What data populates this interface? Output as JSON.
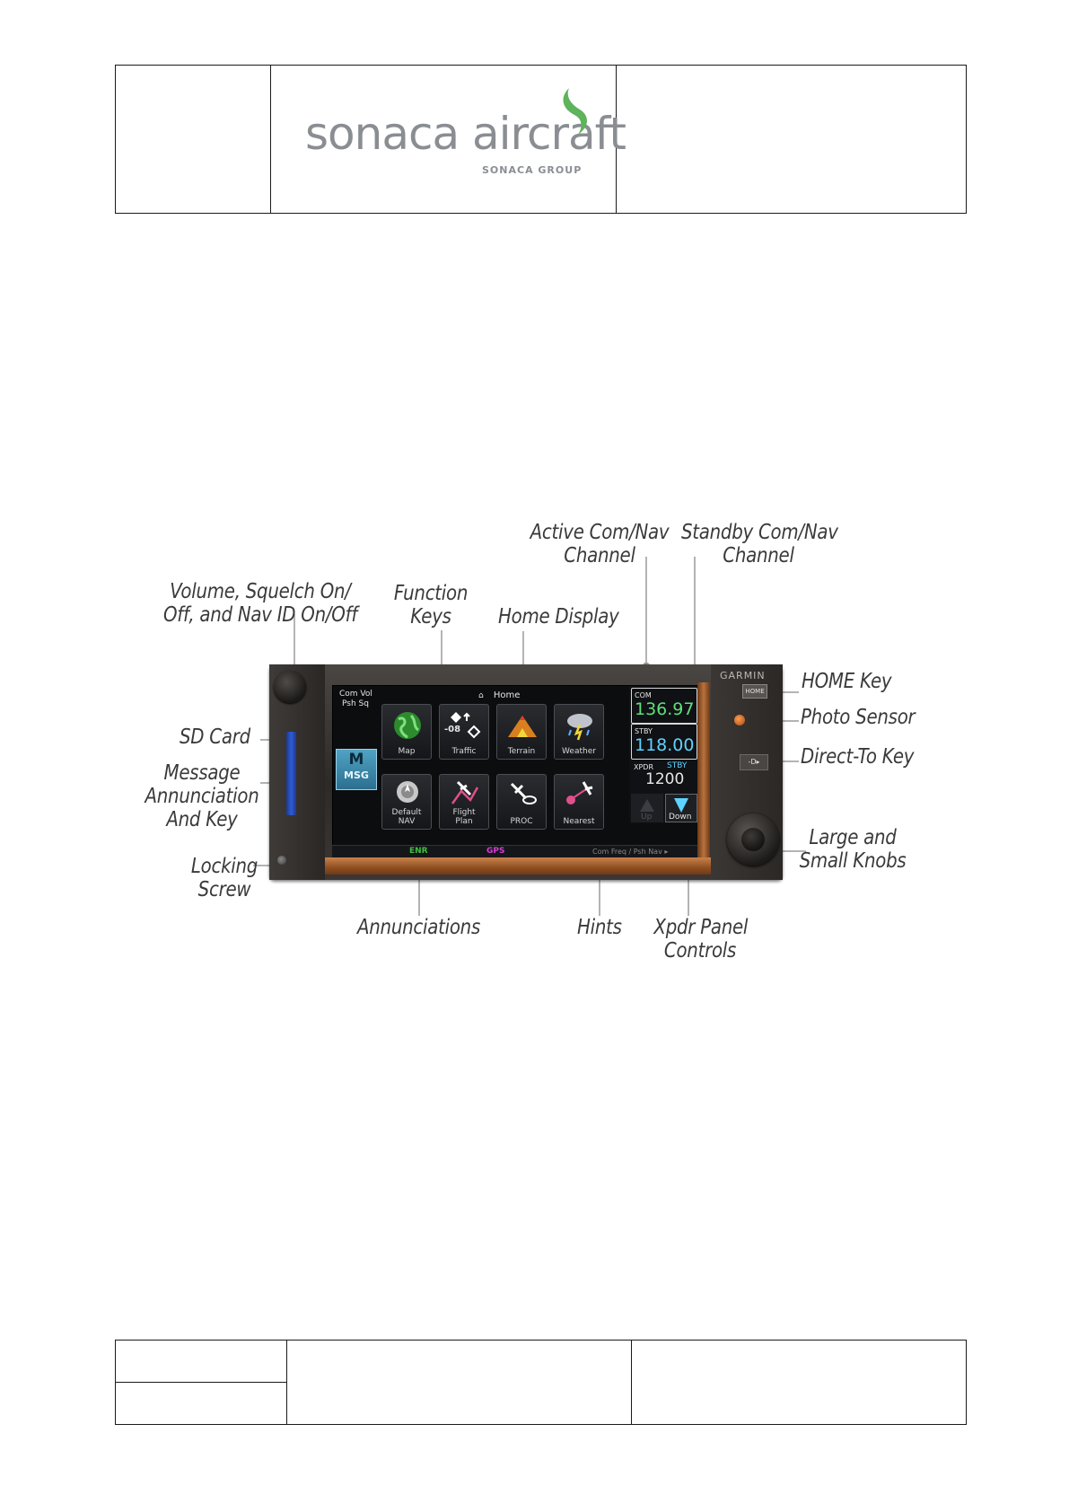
{
  "header": {
    "logo": {
      "name": "sonaca aircraft",
      "group": "SONACA GROUP",
      "accent": "#5fb35a"
    }
  },
  "figure": {
    "callouts": {
      "active_channel": [
        "Active Com/Nav",
        "Channel"
      ],
      "standby_channel": [
        "Standby Com/Nav",
        "Channel"
      ],
      "volume": [
        "Volume, Squelch On/",
        "Off, and Nav ID On/Off"
      ],
      "function_keys": [
        "Function",
        "Keys"
      ],
      "home_display": "Home Display",
      "home_key": "HOME Key",
      "photo_sensor": "Photo Sensor",
      "direct_to": "Direct-To Key",
      "sd_card": "SD Card",
      "message": [
        "Message",
        "Annunciation",
        "And Key"
      ],
      "knobs": [
        "Large and",
        "Small Knobs"
      ],
      "locking": [
        "Locking",
        "Screw"
      ],
      "annunciations": "Annunciations",
      "hints": "Hints",
      "xpdr": [
        "Xpdr Panel",
        "Controls"
      ]
    },
    "device": {
      "brand": "GARMIN",
      "home_key": "HOME",
      "direct_to": "-D▸",
      "vol_hint": [
        "Com Vol",
        "Psh Sq"
      ],
      "home_title": "Home",
      "msg_key": [
        "M",
        "MSG"
      ],
      "function_keys": [
        {
          "label": [
            "Map"
          ],
          "icon": "globe-icon"
        },
        {
          "label": [
            "Traffic"
          ],
          "icon": "traffic-icon",
          "value": "-08"
        },
        {
          "label": [
            "Terrain"
          ],
          "icon": "terrain-icon"
        },
        {
          "label": [
            "Weather"
          ],
          "icon": "weather-icon"
        },
        {
          "label": [
            "Default",
            "NAV"
          ],
          "icon": "default-nav-icon"
        },
        {
          "label": [
            "Flight",
            "Plan"
          ],
          "icon": "flight-plan-icon"
        },
        {
          "label": [
            "PROC"
          ],
          "icon": "proc-icon"
        },
        {
          "label": [
            "Nearest"
          ],
          "icon": "nearest-icon"
        }
      ],
      "com_label": "COM",
      "com_freq": "136.97",
      "stby_label": "STBY",
      "stby_freq": "118.00",
      "xpdr_label": "XPDR",
      "xpdr_mode": "STBY",
      "xpdr_code": "1200",
      "up_label": "Up",
      "down_label": "Down",
      "annunciations": [
        "ENR",
        "GPS"
      ],
      "hint": "Com Freq / Psh Nav ▸",
      "colors": {
        "com": "#5fe07a",
        "stby": "#5fd3ff",
        "enr": "#3fbf3f",
        "gps": "#d43fd4",
        "xpdr_mode": "#5fd3ff"
      }
    }
  }
}
